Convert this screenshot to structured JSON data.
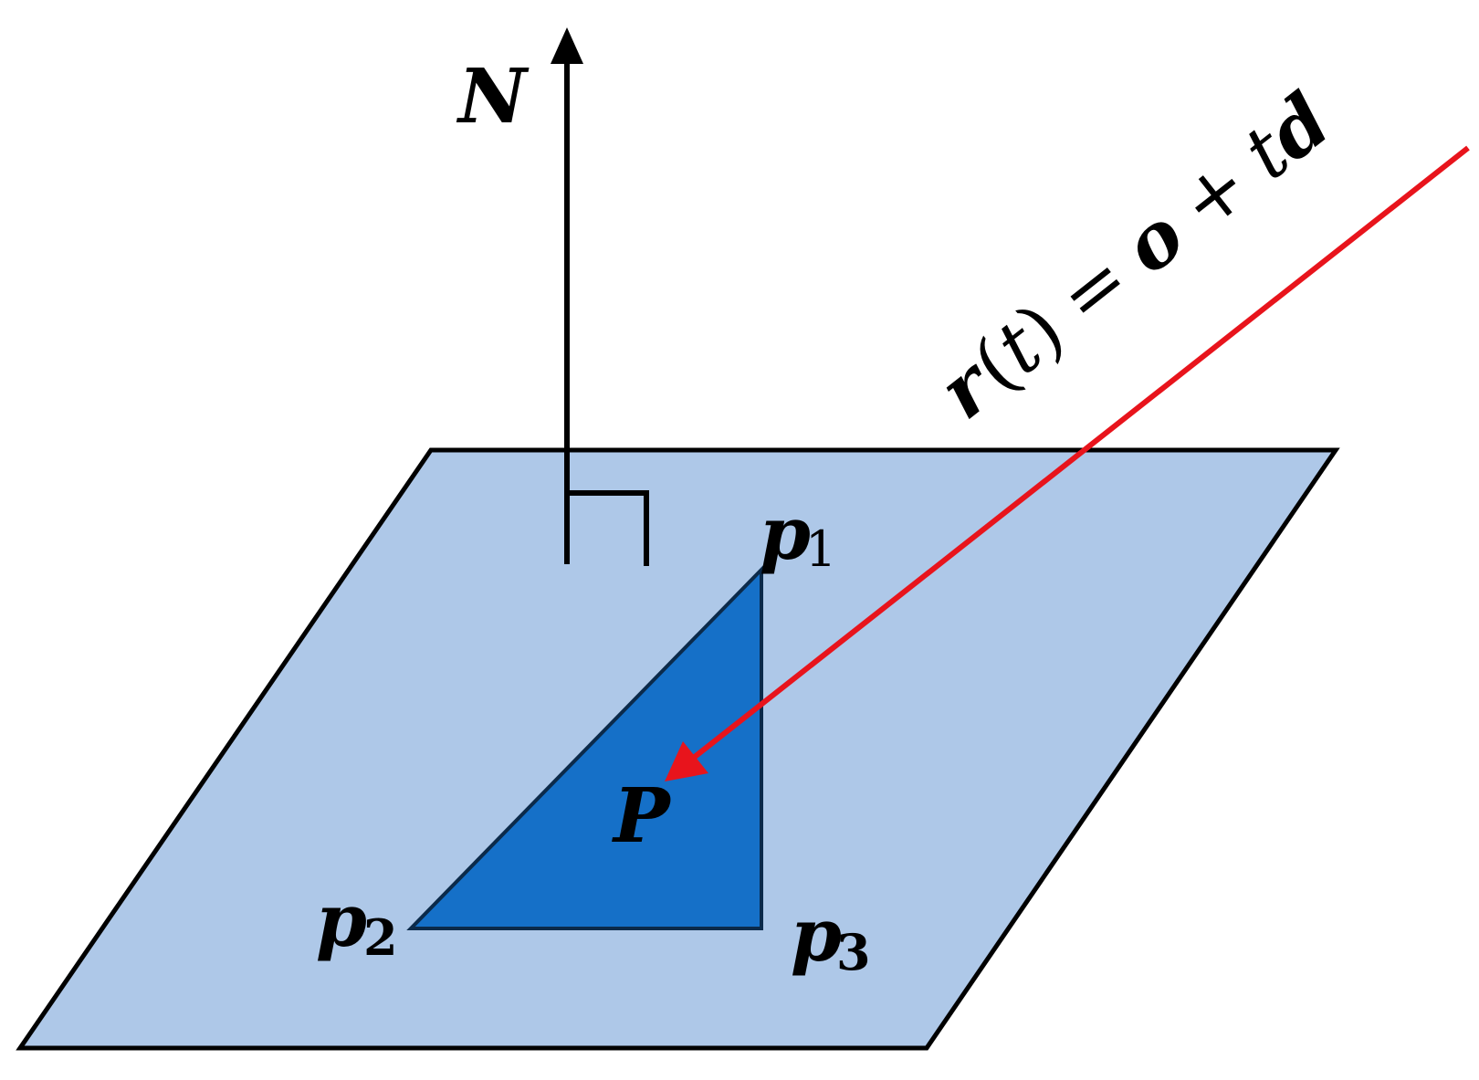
{
  "labels": {
    "normal": "N",
    "intersection_point": "P",
    "vertices": [
      {
        "base": "p",
        "sub": "1"
      },
      {
        "base": "p",
        "sub": "2"
      },
      {
        "base": "p",
        "sub": "3"
      }
    ],
    "ray_equation": {
      "r": "r",
      "open_paren": "(",
      "t_param": "t",
      "close_paren": ")",
      "equals": "=",
      "origin": "o",
      "plus": "+",
      "t_coef": "t",
      "direction": "d"
    }
  },
  "colors": {
    "plane_fill": "#aec8e8",
    "triangle_fill": "#1570c8",
    "ray": "#e8141c",
    "outline": "#000000"
  }
}
